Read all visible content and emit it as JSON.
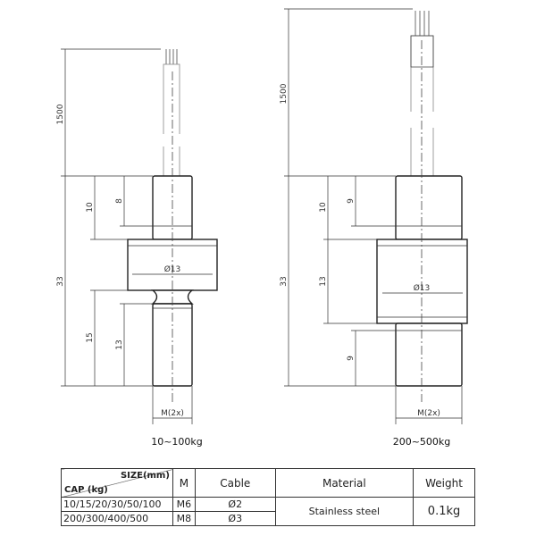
{
  "left_drawing": {
    "caption": "10~100kg",
    "dims": {
      "cable_length": "1500",
      "total": "33",
      "top_fitting": "10",
      "top_thread": "8",
      "bottom_fitting": "15",
      "bottom_thread": "13",
      "diameter": "Ø13",
      "thread": "M(2x)"
    }
  },
  "right_drawing": {
    "caption": "200~500kg",
    "dims": {
      "cable_length": "1500",
      "total": "33",
      "top_fitting": "10",
      "top_thread": "9",
      "body": "13",
      "bottom_thread": "9",
      "diameter": "Ø13",
      "thread": "M(2x)"
    }
  },
  "table": {
    "header": {
      "size": "SIZE(mm)",
      "cap": "CAP (kg)",
      "m": "M",
      "cable": "Cable",
      "material": "Material",
      "weight": "Weight"
    },
    "rows": [
      {
        "cap": "10/15/20/30/50/100",
        "m": "M6",
        "cable": "Ø2"
      },
      {
        "cap": "200/300/400/500",
        "m": "M8",
        "cable": "Ø3"
      }
    ],
    "material": "Stainless steel",
    "weight": "0.1kg"
  }
}
